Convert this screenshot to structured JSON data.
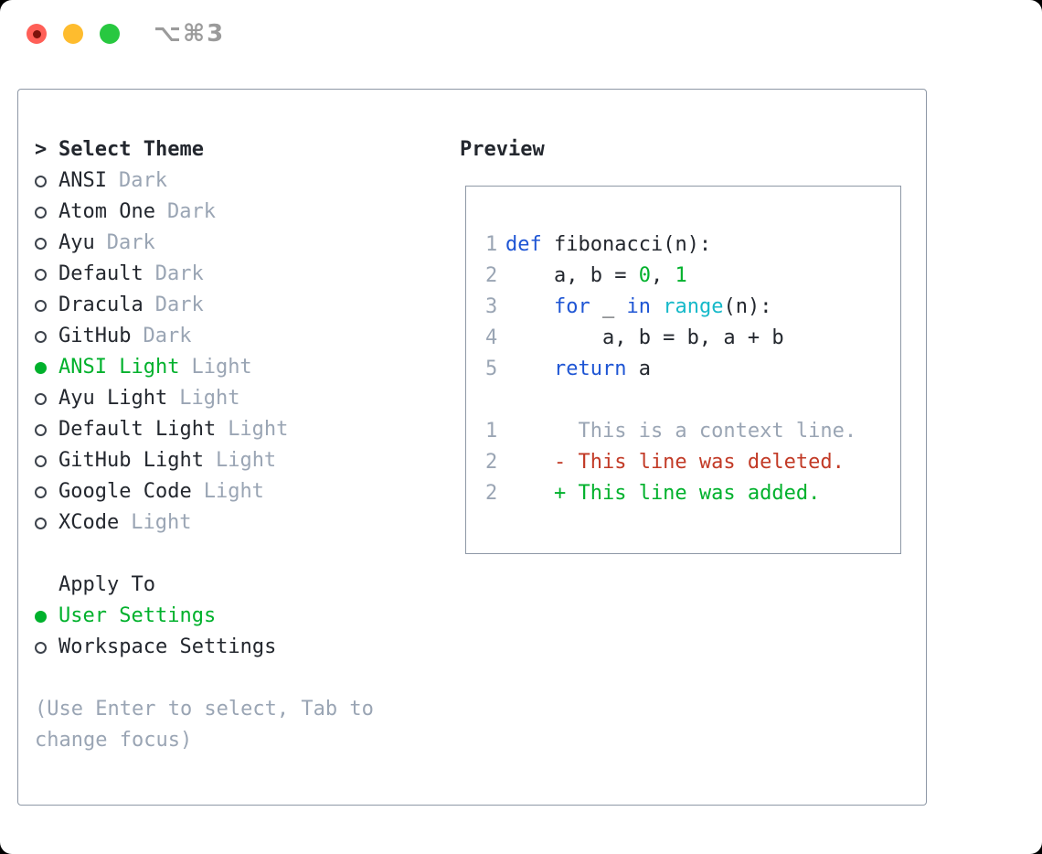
{
  "window": {
    "title": "⌥⌘3"
  },
  "palette": {
    "text": "#23272e",
    "muted": "#9aa5b4",
    "green": "#00b12c",
    "red": "#c23a26",
    "blue": "#1e55d4",
    "cyan": "#16b9c9",
    "border": "#8e98a6"
  },
  "theme_selector": {
    "header_prefix": ">",
    "header": "Select Theme",
    "themes": [
      {
        "name": "ANSI",
        "variant": "Dark",
        "selected": false
      },
      {
        "name": "Atom One",
        "variant": "Dark",
        "selected": false
      },
      {
        "name": "Ayu",
        "variant": "Dark",
        "selected": false
      },
      {
        "name": "Default",
        "variant": "Dark",
        "selected": false
      },
      {
        "name": "Dracula",
        "variant": "Dark",
        "selected": false
      },
      {
        "name": "GitHub",
        "variant": "Dark",
        "selected": false
      },
      {
        "name": "ANSI Light",
        "variant": "Light",
        "selected": true
      },
      {
        "name": "Ayu Light",
        "variant": "Light",
        "selected": false
      },
      {
        "name": "Default Light",
        "variant": "Light",
        "selected": false
      },
      {
        "name": "GitHub Light",
        "variant": "Light",
        "selected": false
      },
      {
        "name": "Google Code",
        "variant": "Light",
        "selected": false
      },
      {
        "name": "XCode",
        "variant": "Light",
        "selected": false
      }
    ]
  },
  "apply_to": {
    "header": "Apply To",
    "options": [
      {
        "label": "User Settings",
        "selected": true
      },
      {
        "label": "Workspace Settings",
        "selected": false
      }
    ]
  },
  "help_text": "(Use Enter to select, Tab to change focus)",
  "preview": {
    "title": "Preview",
    "lines": [
      {
        "num": "1",
        "tokens": [
          {
            "t": "def",
            "c": "kw"
          },
          {
            "t": " fibonacci(n):",
            "c": "pl"
          }
        ]
      },
      {
        "num": "2",
        "tokens": [
          {
            "t": "    a, b = ",
            "c": "pl"
          },
          {
            "t": "0",
            "c": "num"
          },
          {
            "t": ", ",
            "c": "pl"
          },
          {
            "t": "1",
            "c": "num"
          }
        ]
      },
      {
        "num": "3",
        "tokens": [
          {
            "t": "    ",
            "c": "pl"
          },
          {
            "t": "for",
            "c": "kw"
          },
          {
            "t": " _ ",
            "c": "pl"
          },
          {
            "t": "in",
            "c": "kw"
          },
          {
            "t": " ",
            "c": "pl"
          },
          {
            "t": "range",
            "c": "fn"
          },
          {
            "t": "(n):",
            "c": "pl"
          }
        ]
      },
      {
        "num": "4",
        "tokens": [
          {
            "t": "        a, b = b, a + b",
            "c": "pl"
          }
        ]
      },
      {
        "num": "5",
        "tokens": [
          {
            "t": "    ",
            "c": "pl"
          },
          {
            "t": "return",
            "c": "kw"
          },
          {
            "t": " a",
            "c": "pl"
          }
        ]
      },
      {
        "num": "",
        "tokens": []
      },
      {
        "num": "1",
        "tokens": [
          {
            "t": "      This is a context line.",
            "c": "ctx"
          }
        ]
      },
      {
        "num": "2",
        "tokens": [
          {
            "t": "    - This line was deleted.",
            "c": "del"
          }
        ]
      },
      {
        "num": "2",
        "tokens": [
          {
            "t": "    + This line was added.",
            "c": "add"
          }
        ]
      }
    ]
  }
}
